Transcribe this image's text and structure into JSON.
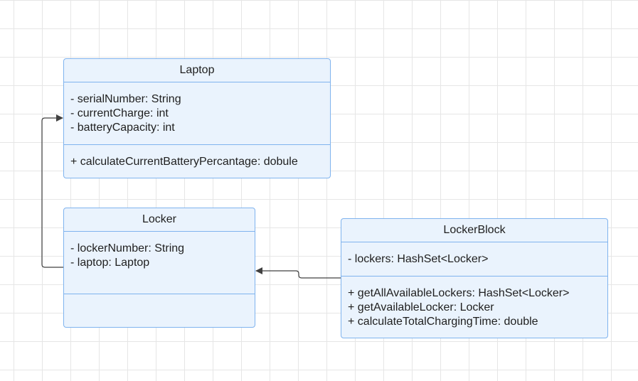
{
  "diagram": {
    "classes": [
      {
        "name": "Laptop",
        "attributes": [
          "- serialNumber: String",
          "- currentCharge: int",
          "- batteryCapacity: int"
        ],
        "methods": [
          "+ calculateCurrentBatteryPercantage: dobule"
        ]
      },
      {
        "name": "Locker",
        "attributes": [
          "- lockerNumber: String",
          "- laptop: Laptop"
        ],
        "methods": []
      },
      {
        "name": "LockerBlock",
        "attributes": [
          "- lockers: HashSet<Locker>"
        ],
        "methods": [
          "+ getAllAvailableLockers: HashSet<Locker>",
          "+ getAvailableLocker: Locker",
          "+ calculateTotalChargingTime: double"
        ]
      }
    ],
    "connectors": [
      {
        "from": "Locker",
        "to": "Laptop"
      },
      {
        "from": "LockerBlock",
        "to": "Locker"
      }
    ],
    "colors": {
      "canvas_background": "#ffffff",
      "grid_line": "#e6e6e6",
      "class_fill": "#eaf3fd",
      "class_border": "#7fb3ee",
      "text": "#1f1f1f",
      "connector": "#404040"
    }
  }
}
